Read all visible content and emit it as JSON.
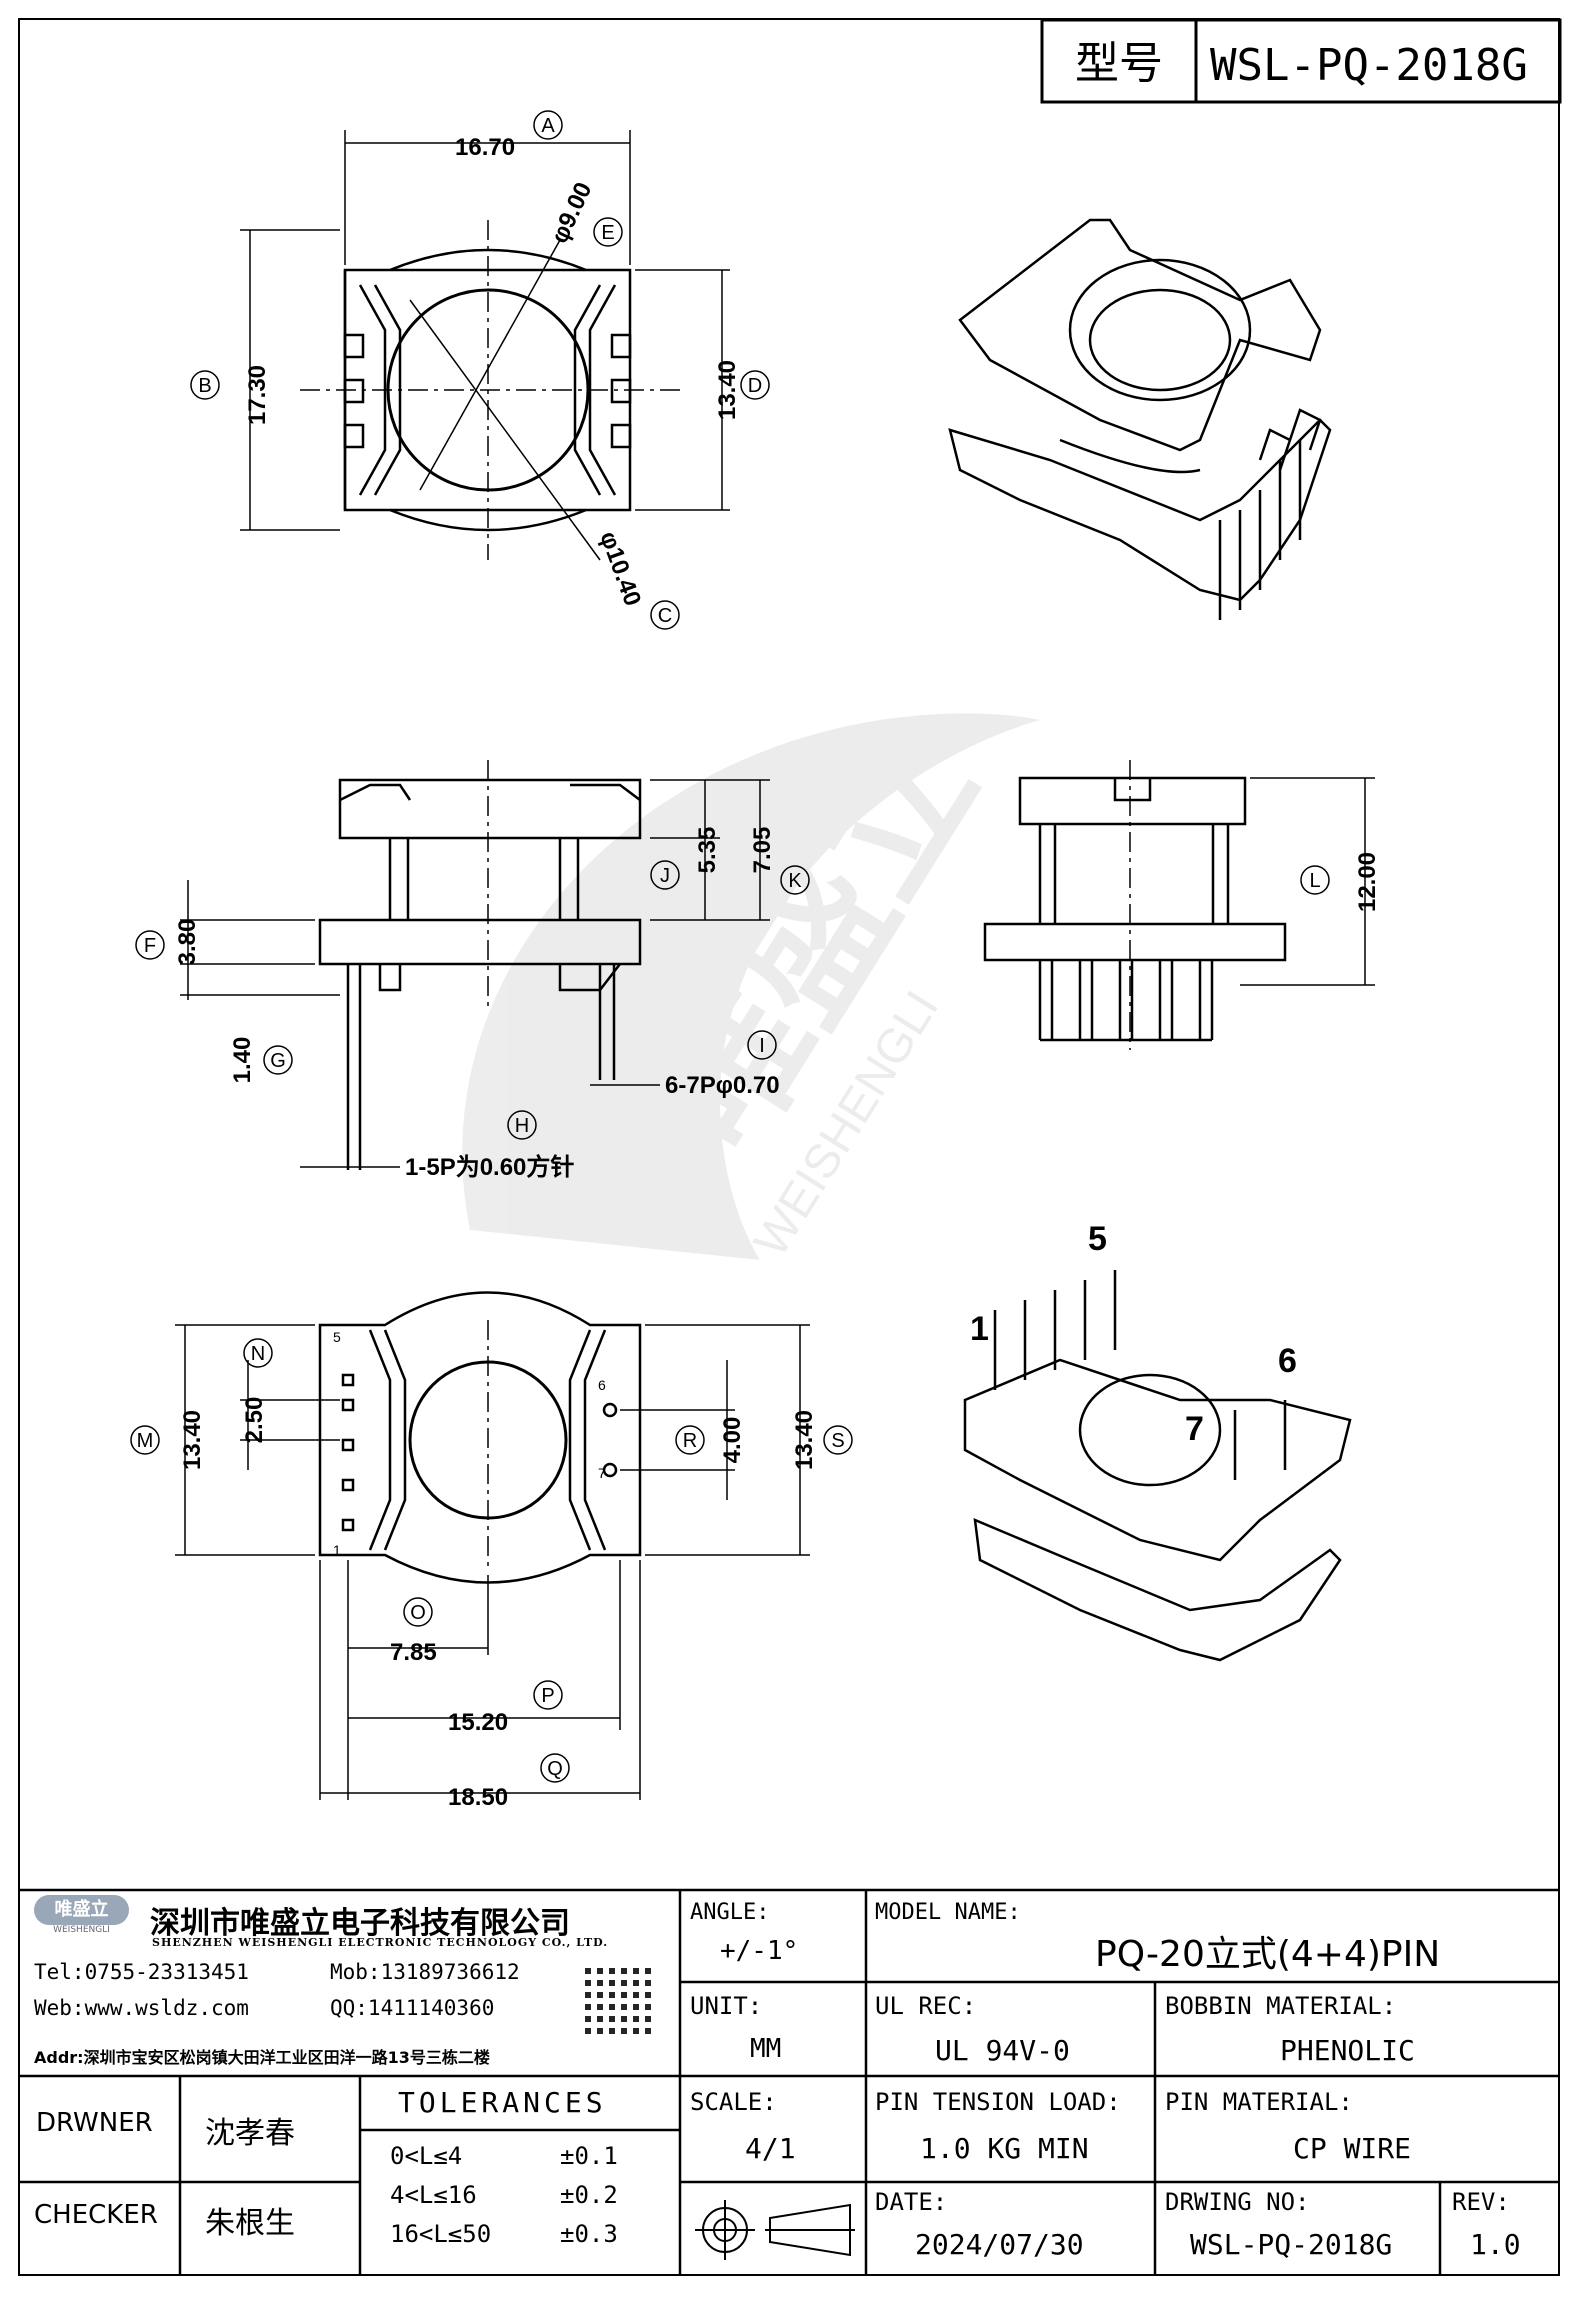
{
  "header": {
    "model_label": "型号",
    "model_value": "WSL-PQ-2018G"
  },
  "dims": {
    "A": "16.70",
    "B": "17.30",
    "C": "10.40",
    "E": "9.00",
    "D": "13.40",
    "J": "5.35",
    "K": "7.05",
    "F": "3.80",
    "G": "1.40",
    "L": "12.00",
    "I": "6-7Pφ0.70",
    "H": "1-5P为0.60方针",
    "M": "13.40",
    "N": "2.50",
    "R": "4.00",
    "S": "13.40",
    "O": "7.85",
    "P": "15.20",
    "Q": "18.50",
    "C_full": "φ10.40",
    "E_full": "φ9.00"
  },
  "circles": {
    "A": "A",
    "B": "B",
    "C": "C",
    "D": "D",
    "E": "E",
    "F": "F",
    "G": "G",
    "H": "H",
    "I": "I",
    "J": "J",
    "K": "K",
    "L": "L",
    "M": "M",
    "N": "N",
    "O": "O",
    "P": "P",
    "Q": "Q",
    "R": "R",
    "S": "S"
  },
  "pins": {
    "p1": "1",
    "p5": "5",
    "p6": "6",
    "p7": "7"
  },
  "watermark": {
    "cn": "唯盛立",
    "en": "WEISHENGLI"
  },
  "company": {
    "logo_text": "唯盛立",
    "logo_sub": "WEISHENGLI",
    "name": "深圳市唯盛立电子科技有限公司",
    "name_en": "SHENZHEN WEISHENGLI ELECTRONIC TECHNOLOGY CO., LTD.",
    "tel": "Tel:0755-23313451",
    "mob": "Mob:13189736612",
    "web": "Web:www.wsldz.com",
    "qq": "QQ:1411140360",
    "addr": "Addr:深圳市宝安区松岗镇大田洋工业区田洋一路13号三栋二楼"
  },
  "titleblock": {
    "angle_label": "ANGLE:",
    "angle_value": "+/-1°",
    "model_name_label": "MODEL NAME:",
    "model_name_value": "PQ-20立式(4+4)PIN",
    "unit_label": "UNIT:",
    "unit_value": "MM",
    "ul_label": "UL REC:",
    "ul_value": "UL 94V-0",
    "bobbin_label": "BOBBIN MATERIAL:",
    "bobbin_value": "PHENOLIC",
    "drawer_label": "DRWNER",
    "drawer_value": "沈孝春",
    "tol_label": "TOLERANCES",
    "tol_rows": [
      [
        "0<L≤4",
        "±0.1"
      ],
      [
        "4<L≤16",
        "±0.2"
      ],
      [
        "16<L≤50",
        "±0.3"
      ]
    ],
    "scale_label": "SCALE:",
    "scale_value": "4/1",
    "pin_tension_label": "PIN TENSION LOAD:",
    "pin_tension_value": "1.0 KG MIN",
    "pin_material_label": "PIN MATERIAL:",
    "pin_material_value": "CP WIRE",
    "checker_label": "CHECKER",
    "checker_value": "朱根生",
    "date_label": "DATE:",
    "date_value": "2024/07/30",
    "drawing_no_label": "DRWING NO:",
    "drawing_no_value": "WSL-PQ-2018G",
    "rev_label": "REV:",
    "rev_value": "1.0"
  }
}
